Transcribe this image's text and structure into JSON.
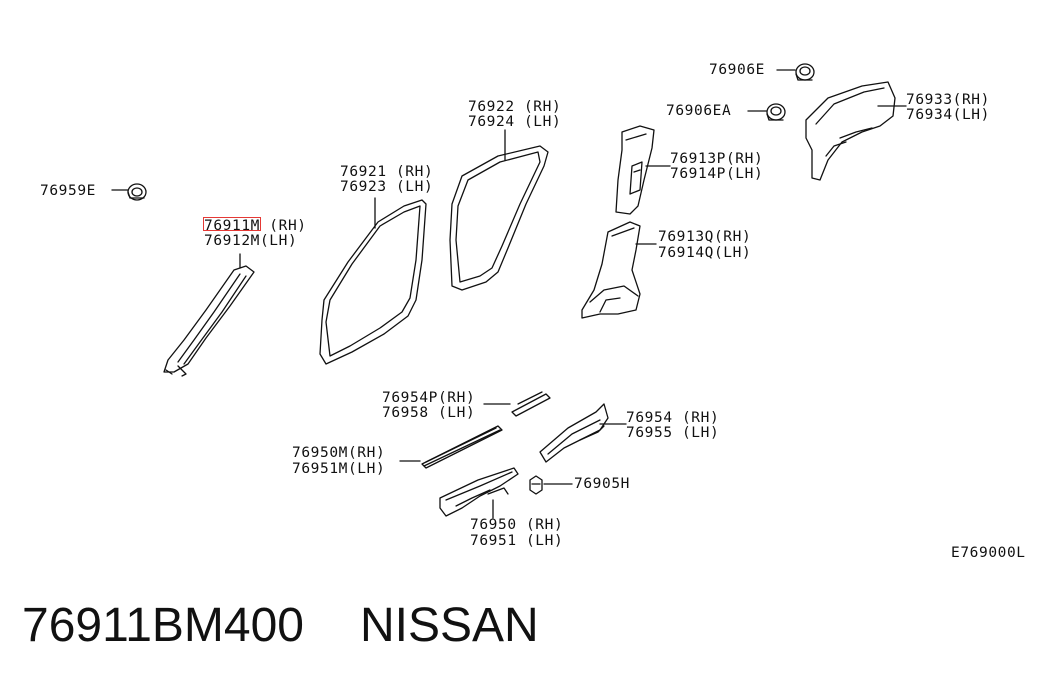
{
  "labels": {
    "p76906e": "76906E",
    "p76906ea": "76906EA",
    "p76933": "76933(RH)",
    "p76934": "76934(LH)",
    "p76922": "76922 (RH)",
    "p76924": "76924 (LH)",
    "p76913p": "76913P(RH)",
    "p76914p": "76914P(LH)",
    "p76959e": "76959E",
    "p76921": "76921 (RH)",
    "p76923": "76923 (LH)",
    "p76911m": "76911M (RH)",
    "p76912m": "76912M(LH)",
    "p76913q": "76913Q(RH)",
    "p76914q": "76914Q(LH)",
    "p76954p": "76954P(RH)",
    "p76958": "76958 (LH)",
    "p76954": "76954 (RH)",
    "p76955": "76955 (LH)",
    "p76950m": "76950M(RH)",
    "p76951m": "76951M(LH)",
    "p76905h": "76905H",
    "p76950": "76950 (RH)",
    "p76951": "76951 (LH)",
    "diagram_code": "E769000L"
  },
  "footer": {
    "part_number": "76911BM400",
    "brand": "NISSAN"
  },
  "highlight_color": "#e53935"
}
